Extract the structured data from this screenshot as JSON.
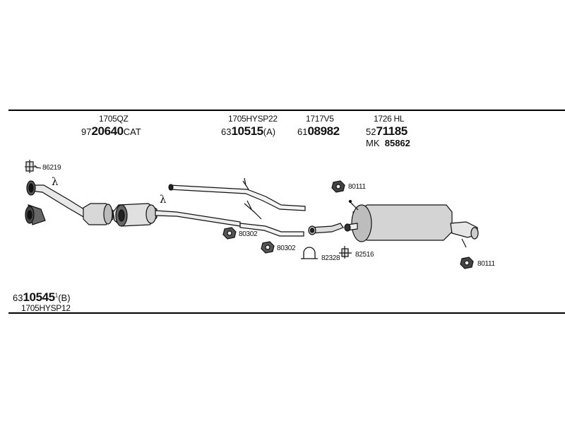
{
  "parts": {
    "p1": {
      "code": "1705QZ",
      "prefix": "97",
      "number": "20640",
      "suffix": "CAT"
    },
    "p2": {
      "code": "1705HYSP22",
      "prefix": "63",
      "number": "10515",
      "suffix": "(A)"
    },
    "p3": {
      "code": "1717V5",
      "prefix": "61",
      "number": "08982",
      "suffix": ""
    },
    "p4": {
      "code": "1726 HL",
      "prefix": "52",
      "number": "71185",
      "suffix": "",
      "mk_label": "MK",
      "mk_number": "85862"
    },
    "p5": {
      "prefix": "63",
      "number": "10545",
      "sup": "1",
      "suffix": "(B)",
      "code": "1705HYSP12"
    }
  },
  "callouts": {
    "c86219": "86219",
    "c80111a": "80111",
    "c80111b": "80111",
    "c80302a": "80302",
    "c80302b": "80302",
    "c82328": "82328",
    "c82516": "82516"
  },
  "symbols": {
    "lambda1": "λ",
    "lambda2": "λ"
  }
}
